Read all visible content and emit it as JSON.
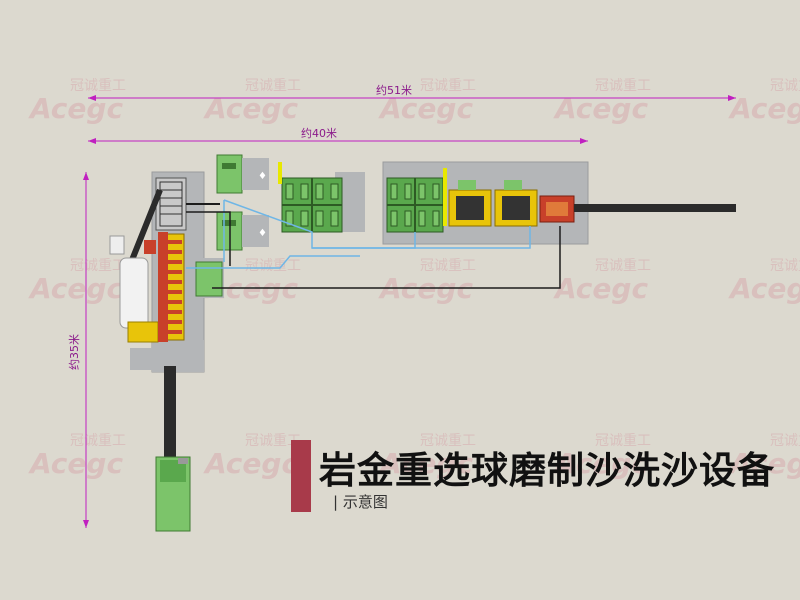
{
  "title": "岩金重选球磨制沙洗沙设备",
  "subtitle": "示意图",
  "dimensions": {
    "total_length": "约51米",
    "main_length": "约40米",
    "width": "约35米"
  },
  "watermark": {
    "cn": "冠诚重工",
    "en": "Acegc"
  },
  "colors": {
    "background": "#dcd9cf",
    "dimension_line": "#c020c0",
    "title_bar": "#a83a4a",
    "equipment_green": "#7cc46a",
    "equipment_yellow": "#e8c40a",
    "pipe_blue": "#6fb6e6",
    "conveyor_dark": "#2b2b2b",
    "feeder_red": "#c8402a"
  }
}
